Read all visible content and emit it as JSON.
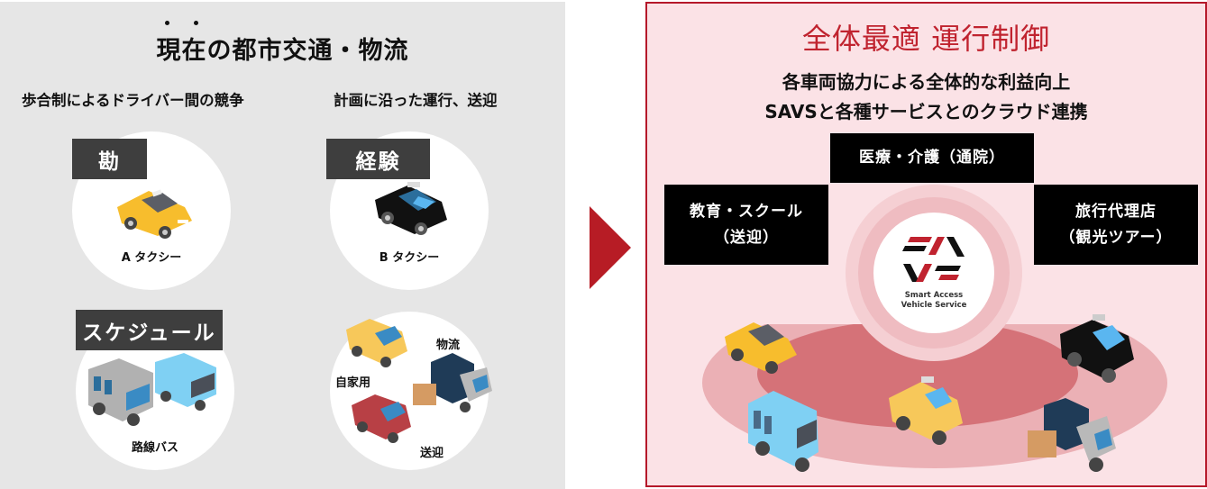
{
  "left_panel": {
    "title": "現在の都市交通・物流",
    "emphasis_dots_over": "現在",
    "subtitle_left": "歩合制によるドライバー間の競争",
    "subtitle_right": "計画に沿った運行、送迎",
    "quadrants": [
      {
        "tag": "勘",
        "caption": "A タクシー",
        "vehicle": "yellow-taxi"
      },
      {
        "tag": "経験",
        "caption": "B タクシー",
        "vehicle": "black-taxi"
      },
      {
        "tag": "スケジュール",
        "caption": "路線バス",
        "vehicle": "buses"
      },
      {
        "tag": "",
        "labels": [
          "物流",
          "自家用",
          "送迎"
        ],
        "vehicle": "mixed"
      }
    ]
  },
  "arrow": {
    "color": "#b71c25",
    "direction": "right"
  },
  "right_panel": {
    "title": "全体最適 運行制御",
    "subtitle_line1": "各車両協力による全体的な利益向上",
    "subtitle_line2": "SAVSと各種サービスとのクラウド連携",
    "services": [
      {
        "line1": "医療・介護（通院）",
        "line2": ""
      },
      {
        "line1": "教育・スクール",
        "line2": "（送迎）"
      },
      {
        "line1": "旅行代理店",
        "line2": "（観光ツアー）"
      }
    ],
    "logo": {
      "line1": "Smart Access",
      "line2": "Vehicle Service"
    },
    "colors": {
      "border": "#b5182a",
      "background": "#fbe2e6",
      "title": "#c0232f",
      "ring_outer": "#e8a9b0",
      "ring_inner": "#d56c73"
    }
  }
}
